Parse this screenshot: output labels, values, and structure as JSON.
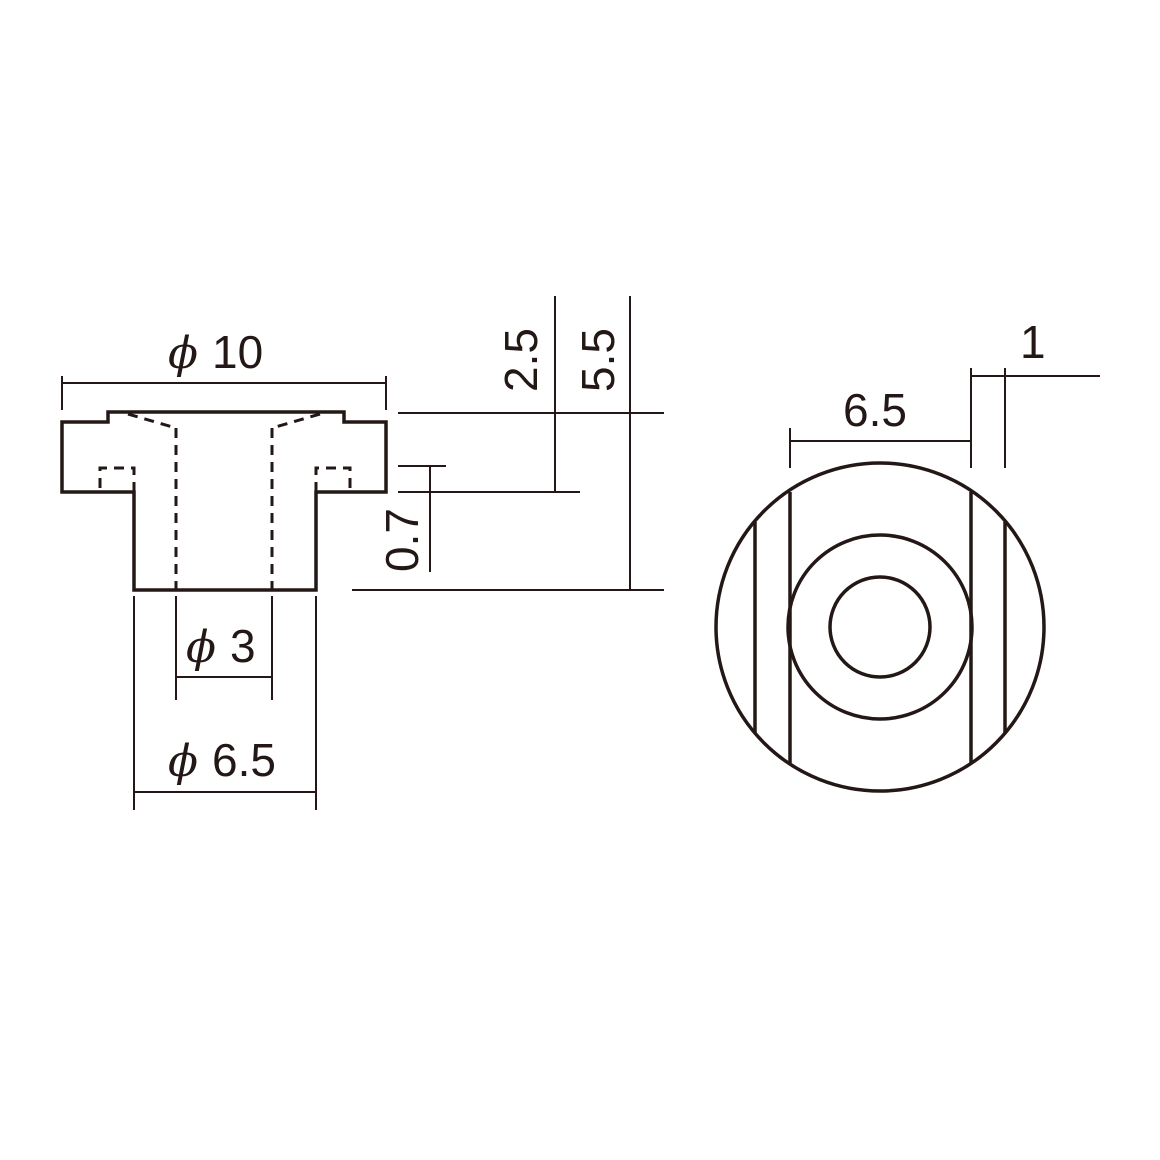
{
  "dimensions": {
    "flange_diameter": {
      "symbol": "ϕ",
      "value": "10"
    },
    "bore_diameter": {
      "symbol": "ϕ",
      "value": "3"
    },
    "body_diameter": {
      "symbol": "ϕ",
      "value": "6.5"
    },
    "flange_height": "2.5",
    "total_height": "5.5",
    "recess_depth": "0.7",
    "flat_width": "6.5",
    "wall_thickness": "1"
  }
}
